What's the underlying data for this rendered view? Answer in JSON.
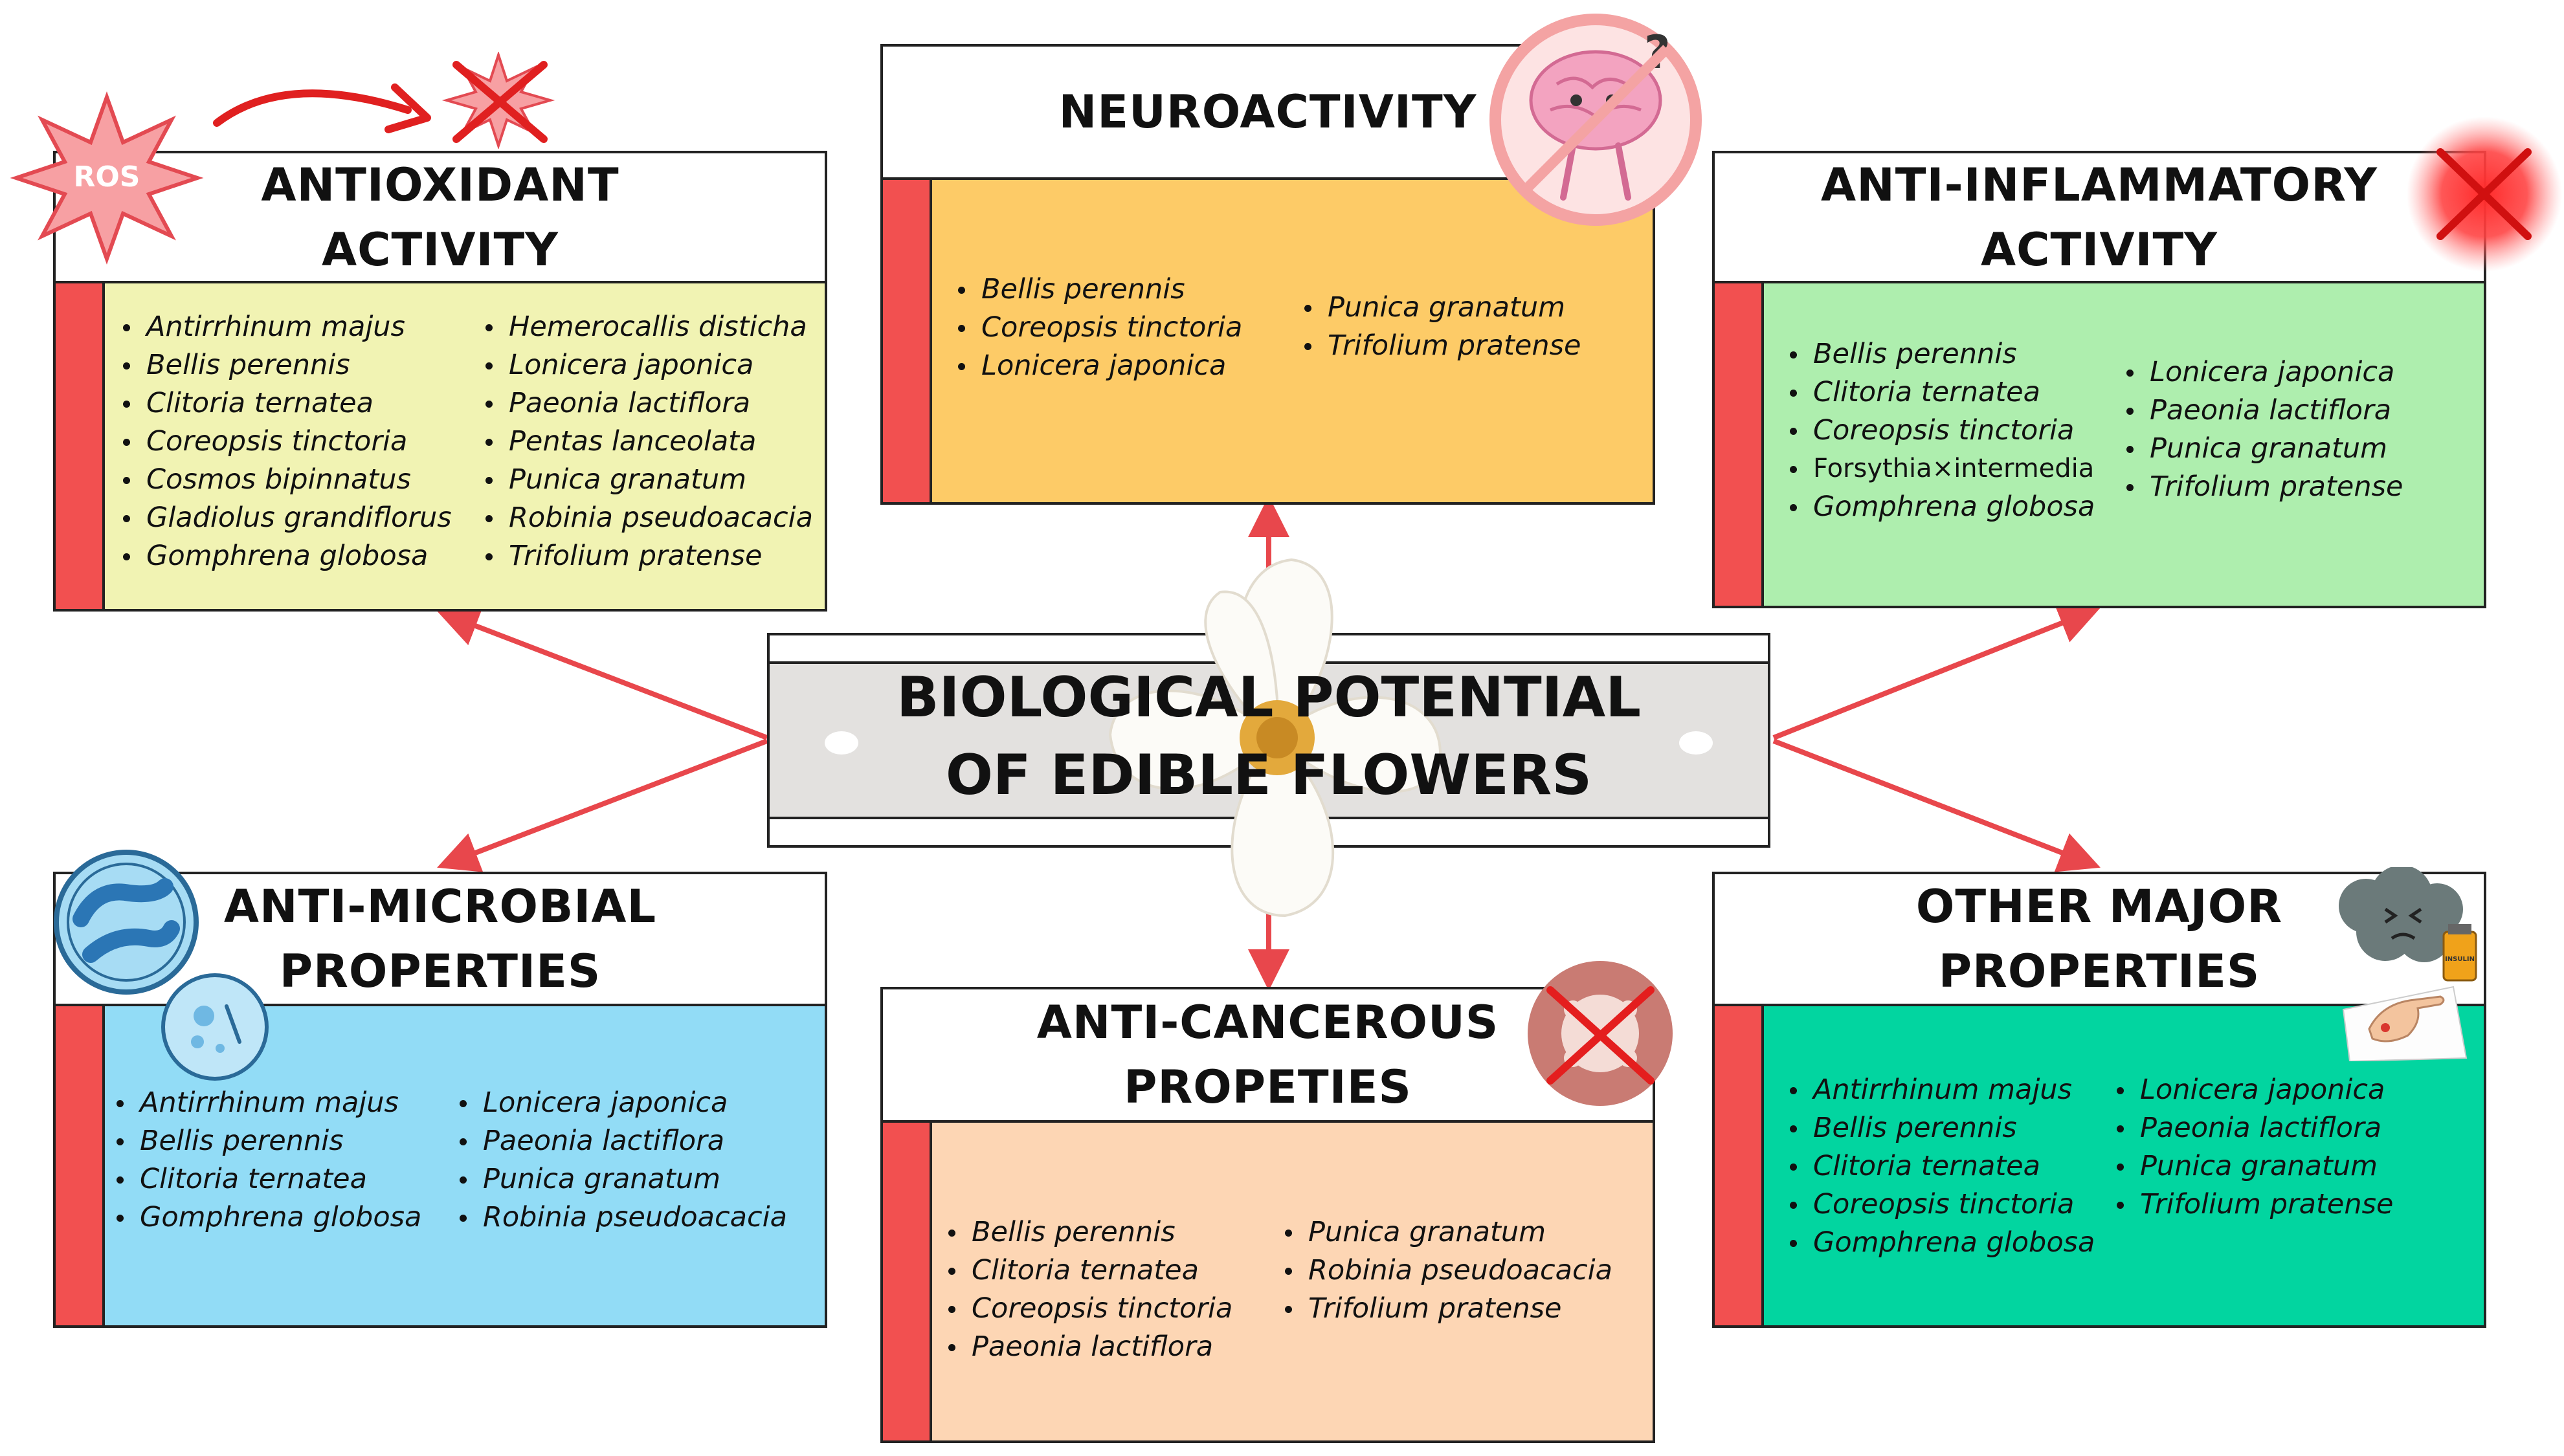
{
  "central": {
    "title_line1": "BIOLOGICAL POTENTIAL",
    "title_line2": "OF EDIBLE FLOWERS"
  },
  "antioxidant": {
    "title_line1": "ANTIOXIDANT",
    "title_line2": "ACTIVITY",
    "badge": "ROS",
    "col1": [
      "Antirrhinum majus",
      "Bellis perennis",
      "Clitoria ternatea",
      "Coreopsis tinctoria",
      "Cosmos bipinnatus",
      "Gladiolus grandiflorus",
      "Gomphrena globosa"
    ],
    "col2": [
      "Hemerocallis disticha",
      "Lonicera japonica",
      "Paeonia lactiflora",
      "Pentas lanceolata",
      "Punica granatum",
      "Robinia pseudoacacia",
      "Trifolium pratense"
    ],
    "body_color": "#f1f3b3"
  },
  "neuroactivity": {
    "title": "NEUROACTIVITY",
    "col1": [
      "Bellis perennis",
      "Coreopsis tinctoria",
      "Lonicera japonica"
    ],
    "col2": [
      "Punica granatum",
      "Trifolium pratense"
    ],
    "body_color": "#fdcb67"
  },
  "anti_inflammatory": {
    "title_line1": "ANTI-INFLAMMATORY",
    "title_line2": "ACTIVITY",
    "col1": [
      "Bellis perennis",
      "Clitoria ternatea",
      "Coreopsis tinctoria",
      "Forsythia×intermedia",
      "Gomphrena globosa"
    ],
    "col2": [
      "Lonicera japonica",
      "Paeonia lactiflora",
      "Punica granatum",
      "Trifolium pratense"
    ],
    "body_color": "#aeeeae"
  },
  "anti_microbial": {
    "title_line1": "ANTI-MICROBIAL",
    "title_line2": "PROPERTIES",
    "col1": [
      "Antirrhinum majus",
      "Bellis perennis",
      "Clitoria ternatea",
      "Gomphrena globosa"
    ],
    "col2": [
      "Lonicera japonica",
      "Paeonia lactiflora",
      "Punica granatum",
      "Robinia pseudoacacia"
    ],
    "body_color": "#92dcf6"
  },
  "anti_cancerous": {
    "title_line1": "ANTI-CANCEROUS",
    "title_line2": "PROPETIES",
    "col1": [
      "Bellis perennis",
      "Clitoria ternatea",
      "Coreopsis tinctoria",
      "Paeonia lactiflora"
    ],
    "col2": [
      "Punica granatum",
      "Robinia pseudoacacia",
      "Trifolium pratense"
    ],
    "body_color": "#fdd6b4"
  },
  "other_major": {
    "title_line1": "OTHER MAJOR",
    "title_line2": "PROPERTIES",
    "col1": [
      "Antirrhinum majus",
      "Bellis perennis",
      "Clitoria ternatea",
      "Coreopsis tinctoria",
      "Gomphrena globosa"
    ],
    "col2": [
      "Lonicera japonica",
      "Paeonia lactiflora",
      "Punica granatum",
      "Trifolium pratense"
    ],
    "body_color": "#02d5a0",
    "insulin_label": "INSULIN"
  },
  "colors": {
    "accent_red": "#f25050",
    "arrow_red": "#e8474c",
    "central_band": "#e3e1df"
  }
}
